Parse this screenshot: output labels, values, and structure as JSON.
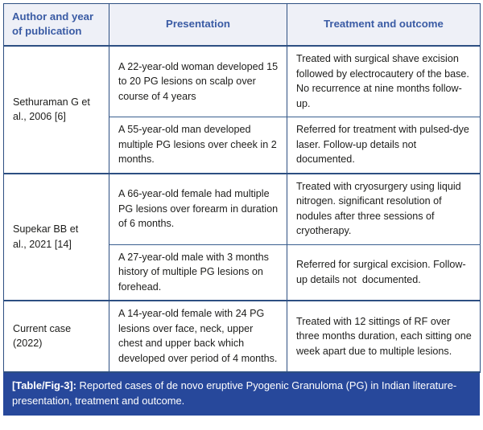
{
  "colors": {
    "header_bg": "#eef0f7",
    "header_text": "#3a5ba4",
    "border": "#2d4f82",
    "caption_bg": "#27489b",
    "caption_text": "#ffffff",
    "body_text": "#1d1d1b"
  },
  "table": {
    "headers": {
      "author": "Author and year\nof publication",
      "author_line1": "Author and year",
      "author_line2": "of publication",
      "presentation": "Presentation",
      "treatment": "Treatment and outcome"
    },
    "groups": [
      {
        "author": "Sethuraman G et\nal., 2006 [6]",
        "author_line1": "Sethuraman G et",
        "author_line2": "al., 2006 [6]",
        "rows": [
          {
            "presentation": "A 22-year-old woman developed 15 to 20 PG lesions on scalp over course of 4 years",
            "treatment": "Treated with surgical shave excision followed by electrocautery of the base. No recurrence at nine months follow-up."
          },
          {
            "presentation": "A 55-year-old man developed multiple PG lesions over cheek in 2 months.",
            "treatment": "Referred for treatment with pulsed-dye laser. Follow-up details not documented."
          }
        ]
      },
      {
        "author": "Supekar BB et\nal., 2021 [14]",
        "author_line1": "Supekar BB et",
        "author_line2": "al., 2021 [14]",
        "rows": [
          {
            "presentation": "A 66-year-old female had multiple PG lesions over forearm in duration of 6 months.",
            "treatment": "Treated with cryosurgery using liquid nitrogen. significant resolution of nodules after three sessions of cryotherapy."
          },
          {
            "presentation": "A 27-year-old male with 3 months history of multiple PG lesions on forehead.",
            "treatment": "Referred for surgical excision. Follow-up details not  documented."
          }
        ]
      },
      {
        "author": "Current case\n(2022)",
        "author_line1": "Current case",
        "author_line2": "(2022)",
        "rows": [
          {
            "presentation": "A 14-year-old female with 24 PG lesions over face, neck, upper chest and upper back which developed over period of 4 months.",
            "treatment": "Treated with 12 sittings of RF over three months duration, each sitting one week apart due to multiple lesions."
          }
        ]
      }
    ]
  },
  "caption": {
    "label": "[Table/Fig-3]:",
    "text": " Reported cases of de novo eruptive Pyogenic Granuloma (PG) in Indian literature- presentation, treatment and outcome."
  }
}
